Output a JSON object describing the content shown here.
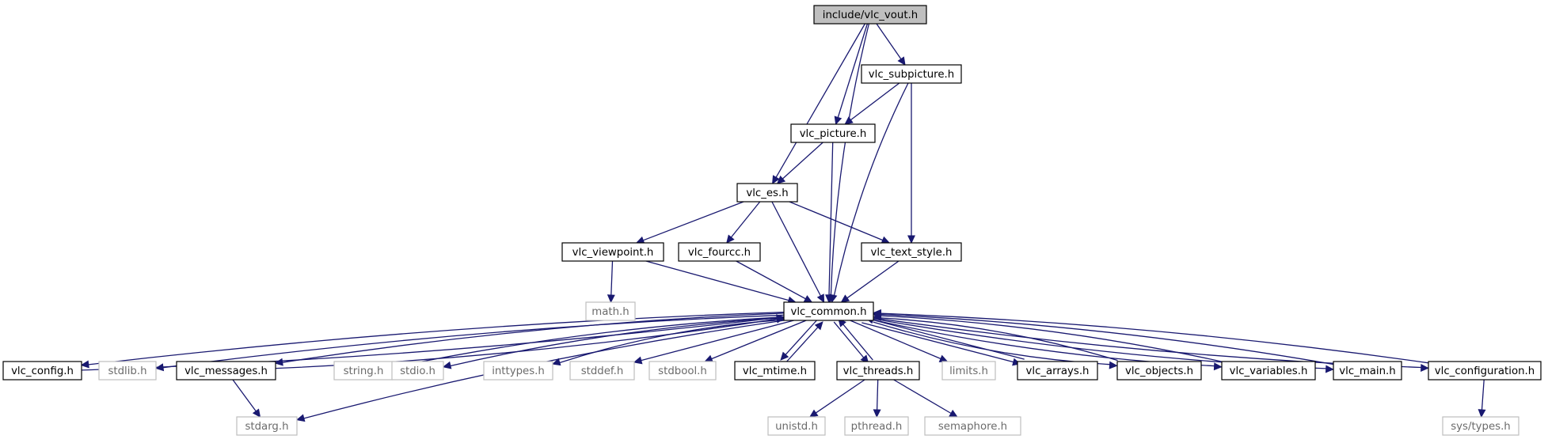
{
  "nodes": [
    {
      "id": "vlc_vout",
      "label": "include/vlc_vout.h",
      "style": "root"
    },
    {
      "id": "vlc_subpicture",
      "label": "vlc_subpicture.h",
      "style": "doc"
    },
    {
      "id": "vlc_picture",
      "label": "vlc_picture.h",
      "style": "doc"
    },
    {
      "id": "vlc_es",
      "label": "vlc_es.h",
      "style": "doc"
    },
    {
      "id": "vlc_viewpoint",
      "label": "vlc_viewpoint.h",
      "style": "doc"
    },
    {
      "id": "vlc_fourcc",
      "label": "vlc_fourcc.h",
      "style": "doc"
    },
    {
      "id": "vlc_text_style",
      "label": "vlc_text_style.h",
      "style": "doc"
    },
    {
      "id": "math",
      "label": "math.h",
      "style": "sys"
    },
    {
      "id": "vlc_common",
      "label": "vlc_common.h",
      "style": "doc"
    },
    {
      "id": "vlc_config",
      "label": "vlc_config.h",
      "style": "doc"
    },
    {
      "id": "stdlib",
      "label": "stdlib.h",
      "style": "sys"
    },
    {
      "id": "vlc_messages",
      "label": "vlc_messages.h",
      "style": "doc"
    },
    {
      "id": "string",
      "label": "string.h",
      "style": "sys"
    },
    {
      "id": "stdio",
      "label": "stdio.h",
      "style": "sys"
    },
    {
      "id": "inttypes",
      "label": "inttypes.h",
      "style": "sys"
    },
    {
      "id": "stddef",
      "label": "stddef.h",
      "style": "sys"
    },
    {
      "id": "stdbool",
      "label": "stdbool.h",
      "style": "sys"
    },
    {
      "id": "vlc_mtime",
      "label": "vlc_mtime.h",
      "style": "doc"
    },
    {
      "id": "vlc_threads",
      "label": "vlc_threads.h",
      "style": "doc"
    },
    {
      "id": "limits",
      "label": "limits.h",
      "style": "sys"
    },
    {
      "id": "vlc_arrays",
      "label": "vlc_arrays.h",
      "style": "doc"
    },
    {
      "id": "vlc_objects",
      "label": "vlc_objects.h",
      "style": "doc"
    },
    {
      "id": "vlc_variables",
      "label": "vlc_variables.h",
      "style": "doc"
    },
    {
      "id": "vlc_main",
      "label": "vlc_main.h",
      "style": "doc"
    },
    {
      "id": "vlc_configuration",
      "label": "vlc_configuration.h",
      "style": "doc"
    },
    {
      "id": "stdarg",
      "label": "stdarg.h",
      "style": "sys"
    },
    {
      "id": "unistd",
      "label": "unistd.h",
      "style": "sys"
    },
    {
      "id": "pthread",
      "label": "pthread.h",
      "style": "sys"
    },
    {
      "id": "semaphore",
      "label": "semaphore.h",
      "style": "sys"
    },
    {
      "id": "sys_types",
      "label": "sys/types.h",
      "style": "sys"
    }
  ],
  "edges": [
    {
      "from": "vlc_vout",
      "to": "vlc_es"
    },
    {
      "from": "vlc_vout",
      "to": "vlc_picture"
    },
    {
      "from": "vlc_vout",
      "to": "vlc_subpicture"
    },
    {
      "from": "vlc_vout",
      "to": "vlc_common"
    },
    {
      "from": "vlc_subpicture",
      "to": "vlc_picture"
    },
    {
      "from": "vlc_subpicture",
      "to": "vlc_text_style"
    },
    {
      "from": "vlc_subpicture",
      "to": "vlc_common"
    },
    {
      "from": "vlc_picture",
      "to": "vlc_es"
    },
    {
      "from": "vlc_picture",
      "to": "vlc_common"
    },
    {
      "from": "vlc_es",
      "to": "vlc_viewpoint"
    },
    {
      "from": "vlc_es",
      "to": "vlc_fourcc"
    },
    {
      "from": "vlc_es",
      "to": "vlc_text_style"
    },
    {
      "from": "vlc_es",
      "to": "vlc_common"
    },
    {
      "from": "vlc_viewpoint",
      "to": "math"
    },
    {
      "from": "vlc_viewpoint",
      "to": "vlc_common"
    },
    {
      "from": "vlc_fourcc",
      "to": "vlc_common"
    },
    {
      "from": "vlc_text_style",
      "to": "vlc_common"
    },
    {
      "from": "vlc_common",
      "to": "vlc_config"
    },
    {
      "from": "vlc_config",
      "to": "vlc_common"
    },
    {
      "from": "vlc_common",
      "to": "stdlib"
    },
    {
      "from": "vlc_common",
      "to": "vlc_messages"
    },
    {
      "from": "vlc_messages",
      "to": "vlc_common"
    },
    {
      "from": "vlc_common",
      "to": "stdarg"
    },
    {
      "from": "vlc_messages",
      "to": "stdarg"
    },
    {
      "from": "vlc_common",
      "to": "string"
    },
    {
      "from": "vlc_common",
      "to": "stdio"
    },
    {
      "from": "vlc_common",
      "to": "inttypes"
    },
    {
      "from": "vlc_common",
      "to": "stddef"
    },
    {
      "from": "vlc_common",
      "to": "stdbool"
    },
    {
      "from": "vlc_common",
      "to": "vlc_mtime"
    },
    {
      "from": "vlc_mtime",
      "to": "vlc_common"
    },
    {
      "from": "vlc_common",
      "to": "vlc_threads"
    },
    {
      "from": "vlc_threads",
      "to": "vlc_common"
    },
    {
      "from": "vlc_common",
      "to": "limits"
    },
    {
      "from": "vlc_common",
      "to": "vlc_arrays"
    },
    {
      "from": "vlc_arrays",
      "to": "vlc_common"
    },
    {
      "from": "vlc_common",
      "to": "vlc_objects"
    },
    {
      "from": "vlc_objects",
      "to": "vlc_common"
    },
    {
      "from": "vlc_common",
      "to": "vlc_variables"
    },
    {
      "from": "vlc_variables",
      "to": "vlc_common"
    },
    {
      "from": "vlc_common",
      "to": "vlc_main"
    },
    {
      "from": "vlc_main",
      "to": "vlc_common"
    },
    {
      "from": "vlc_common",
      "to": "vlc_configuration"
    },
    {
      "from": "vlc_configuration",
      "to": "vlc_common"
    },
    {
      "from": "vlc_configuration",
      "to": "sys_types"
    },
    {
      "from": "vlc_threads",
      "to": "unistd"
    },
    {
      "from": "vlc_threads",
      "to": "pthread"
    },
    {
      "from": "vlc_threads",
      "to": "semaphore"
    }
  ],
  "colors": {
    "edge": "#191970",
    "root_fill": "#bfbfbf",
    "node_border": "#000000",
    "system_border": "#bfbfbf",
    "system_text": "#6b6b6b"
  }
}
